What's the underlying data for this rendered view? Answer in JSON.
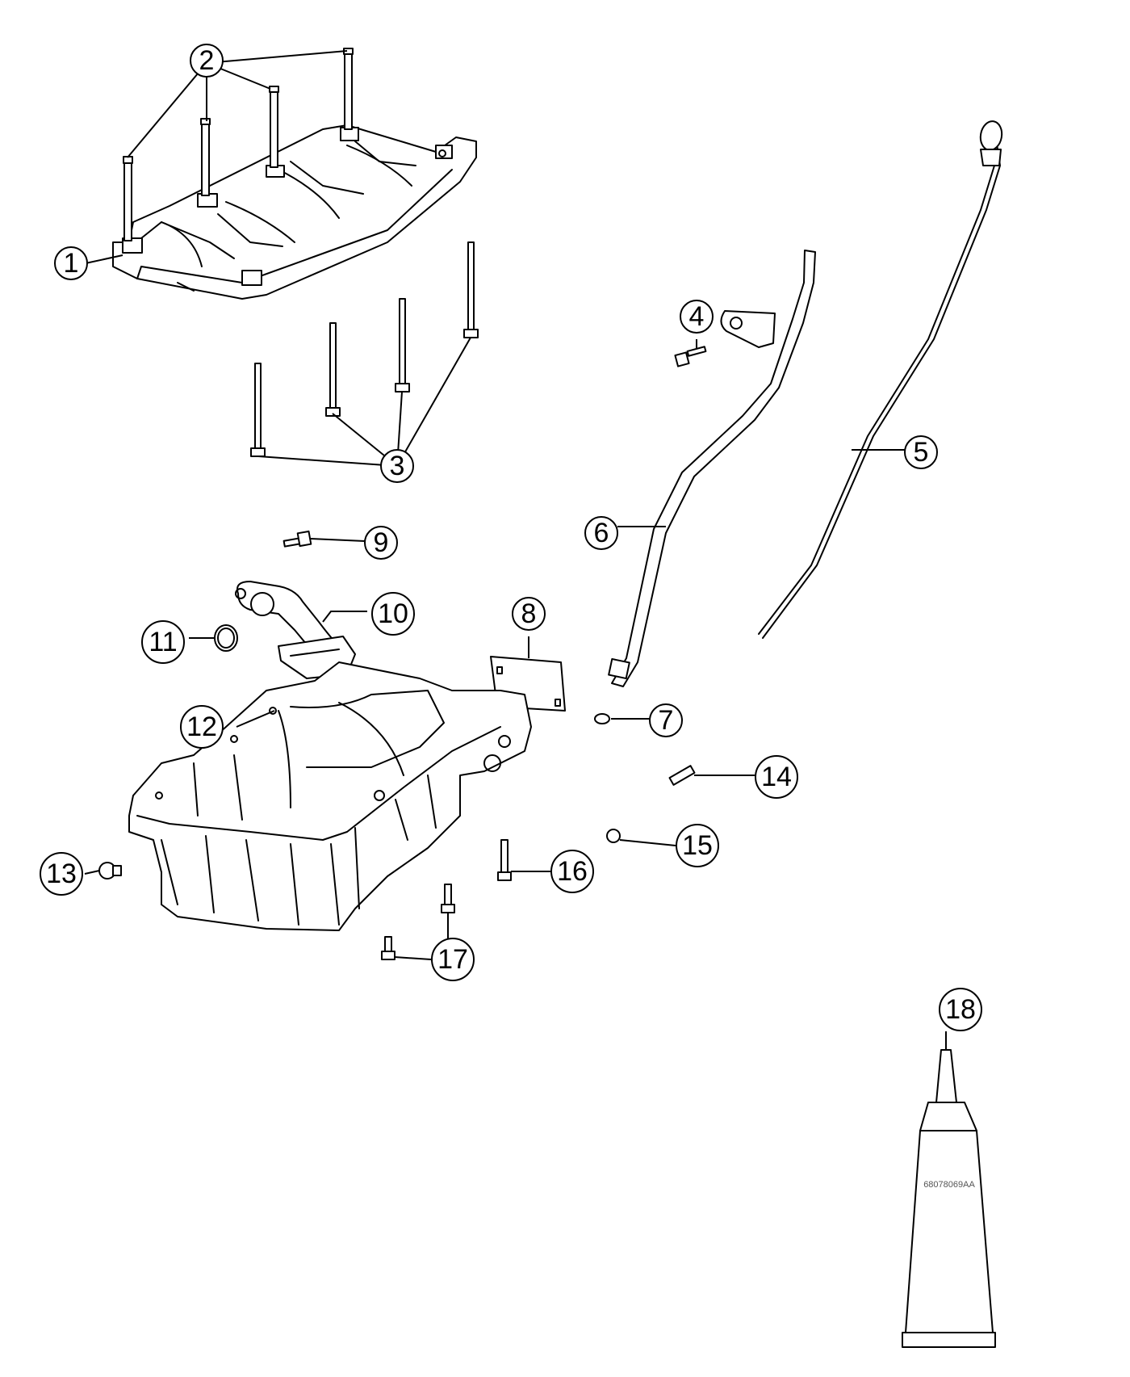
{
  "diagram": {
    "callouts": [
      {
        "id": "callout-1",
        "label": "1"
      },
      {
        "id": "callout-2",
        "label": "2"
      },
      {
        "id": "callout-3",
        "label": "3"
      },
      {
        "id": "callout-4",
        "label": "4"
      },
      {
        "id": "callout-5",
        "label": "5"
      },
      {
        "id": "callout-6",
        "label": "6"
      },
      {
        "id": "callout-7",
        "label": "7"
      },
      {
        "id": "callout-8",
        "label": "8"
      },
      {
        "id": "callout-9",
        "label": "9"
      },
      {
        "id": "callout-10",
        "label": "10"
      },
      {
        "id": "callout-11",
        "label": "11"
      },
      {
        "id": "callout-12",
        "label": "12"
      },
      {
        "id": "callout-13",
        "label": "13"
      },
      {
        "id": "callout-14",
        "label": "14"
      },
      {
        "id": "callout-15",
        "label": "15"
      },
      {
        "id": "callout-16",
        "label": "16"
      },
      {
        "id": "callout-17",
        "label": "17"
      },
      {
        "id": "callout-18",
        "label": "18"
      }
    ],
    "sealant_tube_label": "68078069AA"
  }
}
